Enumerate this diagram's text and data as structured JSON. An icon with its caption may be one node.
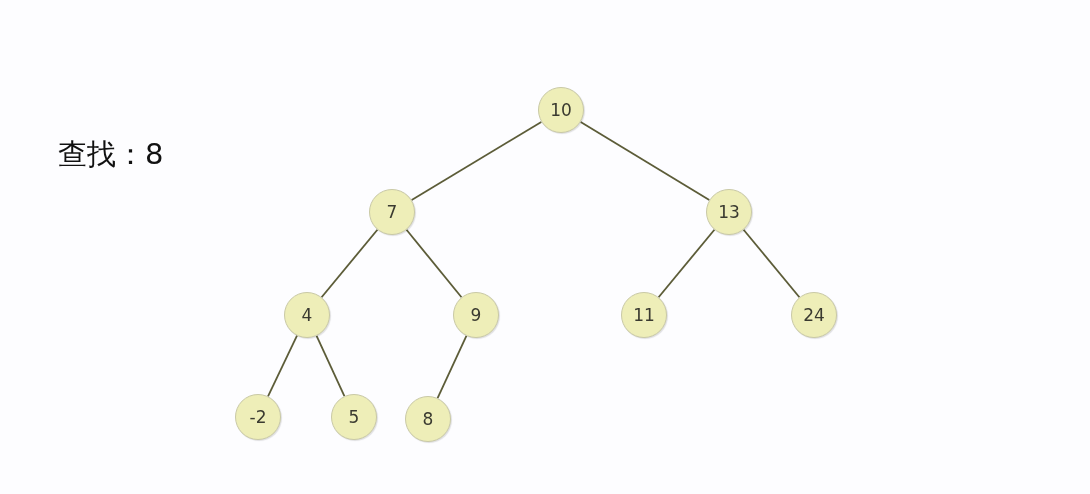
{
  "diagram": {
    "nodes": [
      {
        "text": [
          "10"
        ]
      },
      {
        "text": [
          "7"
        ]
      },
      {
        "text": [
          "13"
        ]
      },
      {
        "text": [
          "4"
        ]
      },
      {
        "text": [
          "9"
        ]
      },
      {
        "text": [
          "11"
        ]
      },
      {
        "text": [
          "24"
        ]
      },
      {
        "text": [
          "-2"
        ]
      },
      {
        "text": [
          "5"
        ]
      },
      {
        "text": [
          "8"
        ]
      }
    ],
    "edges": [
      {
        "from": 0,
        "to": 1,
        "arrow": "none"
      },
      {
        "from": 0,
        "to": 2,
        "arrow": "none"
      },
      {
        "from": 1,
        "to": 3,
        "arrow": "none"
      },
      {
        "from": 1,
        "to": 4,
        "arrow": "none"
      },
      {
        "from": 2,
        "to": 5,
        "arrow": "none"
      },
      {
        "from": 2,
        "to": 6,
        "arrow": "none"
      },
      {
        "from": 3,
        "to": 7,
        "arrow": "none"
      },
      {
        "from": 3,
        "to": 8,
        "arrow": "none"
      },
      {
        "from": 4,
        "to": 9,
        "arrow": "none"
      }
    ],
    "labels": [
      "查找：8"
    ]
  }
}
